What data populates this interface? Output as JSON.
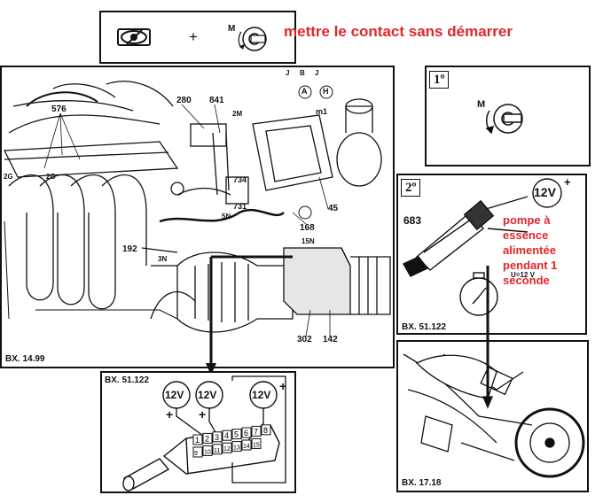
{
  "header": {
    "instruction": "mettre le contact sans démarrer",
    "plus_sign": "+",
    "key_position": "M"
  },
  "main_view": {
    "figure_label": "BX. 14.99",
    "callouts": [
      "576",
      "280",
      "841",
      "2G",
      "2G",
      "192",
      "3N",
      "45",
      "168",
      "734",
      "731",
      "5N",
      "15N",
      "302",
      "142",
      "m1",
      "A",
      "H",
      "2M",
      "J",
      "B",
      "J"
    ]
  },
  "step1": {
    "number": "1º",
    "key_position": "M"
  },
  "step2": {
    "number": "2º",
    "part_number": "683",
    "voltage_label": "12V",
    "plus_sign": "+",
    "meter_label": "U=12 V",
    "note": "pompe à essence alimentée pendant 1 seconde",
    "figure_label": "BX. 51.122"
  },
  "connector_view": {
    "figure_label": "BX. 51.122",
    "voltages": [
      "12V",
      "12V",
      "12V"
    ],
    "signs": [
      "+",
      "+",
      "+"
    ],
    "pins_top": [
      "1",
      "2",
      "3",
      "4",
      "5",
      "6",
      "7",
      "8"
    ],
    "pins_bottom": [
      "9",
      "10",
      "11",
      "12",
      "13",
      "14",
      "15"
    ]
  },
  "motorcycle_view": {
    "figure_label": "BX. 17.18"
  }
}
